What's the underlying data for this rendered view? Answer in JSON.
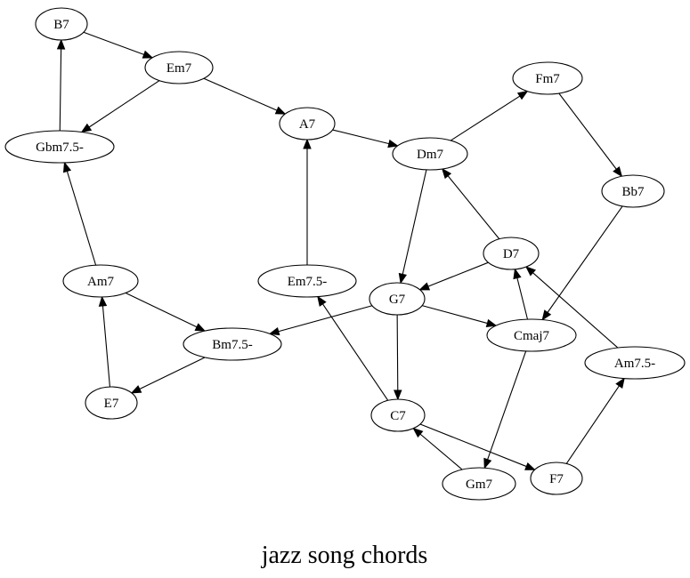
{
  "graph": {
    "caption": "jazz song chords",
    "nodes": [
      {
        "id": "B7",
        "label": "B7"
      },
      {
        "id": "Em7",
        "label": "Em7"
      },
      {
        "id": "Gbm7.5-",
        "label": "Gbm7.5-"
      },
      {
        "id": "A7",
        "label": "A7"
      },
      {
        "id": "Dm7",
        "label": "Dm7"
      },
      {
        "id": "Fm7",
        "label": "Fm7"
      },
      {
        "id": "Bb7",
        "label": "Bb7"
      },
      {
        "id": "D7",
        "label": "D7"
      },
      {
        "id": "Am7",
        "label": "Am7"
      },
      {
        "id": "Em7.5-",
        "label": "Em7.5-"
      },
      {
        "id": "G7",
        "label": "G7"
      },
      {
        "id": "Cmaj7",
        "label": "Cmaj7"
      },
      {
        "id": "Bm7.5-",
        "label": "Bm7.5-"
      },
      {
        "id": "Am7.5-",
        "label": "Am7.5-"
      },
      {
        "id": "E7",
        "label": "E7"
      },
      {
        "id": "C7",
        "label": "C7"
      },
      {
        "id": "Gm7",
        "label": "Gm7"
      },
      {
        "id": "F7",
        "label": "F7"
      }
    ],
    "edges": [
      {
        "from": "B7",
        "to": "Em7"
      },
      {
        "from": "Em7",
        "to": "Gbm7.5-"
      },
      {
        "from": "Em7",
        "to": "A7"
      },
      {
        "from": "Gbm7.5-",
        "to": "B7"
      },
      {
        "from": "A7",
        "to": "Dm7"
      },
      {
        "from": "Dm7",
        "to": "Fm7"
      },
      {
        "from": "Dm7",
        "to": "G7"
      },
      {
        "from": "Fm7",
        "to": "Bb7"
      },
      {
        "from": "Bb7",
        "to": "Cmaj7"
      },
      {
        "from": "D7",
        "to": "Dm7"
      },
      {
        "from": "D7",
        "to": "G7"
      },
      {
        "from": "Am7",
        "to": "Gbm7.5-"
      },
      {
        "from": "Am7",
        "to": "Bm7.5-"
      },
      {
        "from": "Em7.5-",
        "to": "A7"
      },
      {
        "from": "G7",
        "to": "Bm7.5-"
      },
      {
        "from": "G7",
        "to": "Cmaj7"
      },
      {
        "from": "G7",
        "to": "C7"
      },
      {
        "from": "Cmaj7",
        "to": "D7"
      },
      {
        "from": "Cmaj7",
        "to": "Gm7"
      },
      {
        "from": "Bm7.5-",
        "to": "E7"
      },
      {
        "from": "E7",
        "to": "Am7"
      },
      {
        "from": "Am7.5-",
        "to": "D7"
      },
      {
        "from": "C7",
        "to": "Em7.5-"
      },
      {
        "from": "C7",
        "to": "F7"
      },
      {
        "from": "Gm7",
        "to": "C7"
      },
      {
        "from": "F7",
        "to": "Am7.5-"
      }
    ]
  }
}
